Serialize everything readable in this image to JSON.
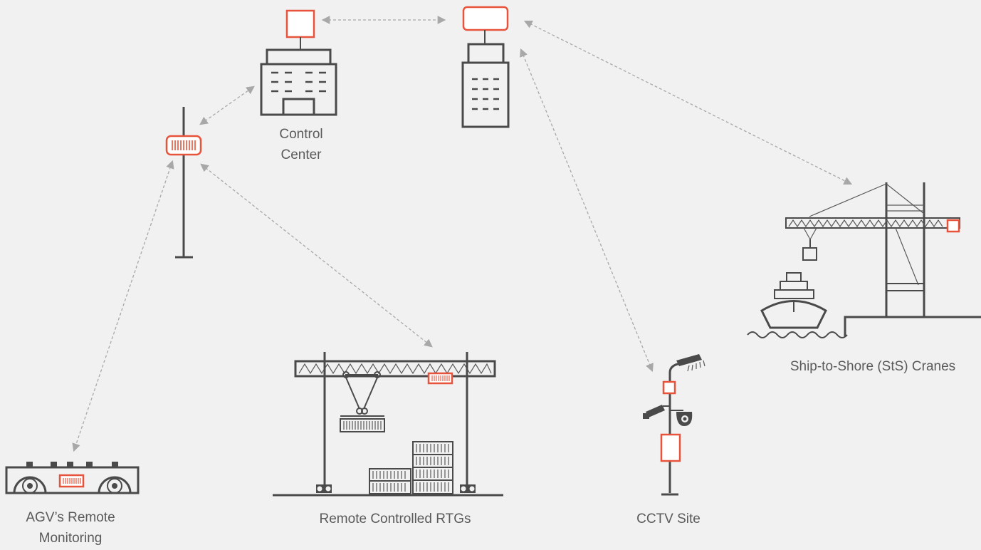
{
  "colors": {
    "background": "#f1f1f1",
    "accent": "#e8533b",
    "line": "#4a4a4a",
    "connector": "#a8a8a8",
    "text": "#5a5a5a"
  },
  "nodes": {
    "control_center": {
      "line1": "Control",
      "line2": "Center",
      "icon": "building-with-radio-icon"
    },
    "server_tower": {
      "icon": "tower-building-with-radio-icon"
    },
    "relay_pole": {
      "icon": "pole-with-radio-icon"
    },
    "agv": {
      "line1": "AGV’s Remote",
      "line2": "Monitoring",
      "icon": "agv-vehicle-icon"
    },
    "rtg": {
      "label": "Remote Controlled RTGs",
      "icon": "gantry-crane-icon"
    },
    "cctv": {
      "label": "CCTV Site",
      "icon": "cctv-pole-icon"
    },
    "sts": {
      "label": "Ship-to-Shore (StS) Cranes",
      "icon": "sts-crane-ship-icon"
    }
  }
}
